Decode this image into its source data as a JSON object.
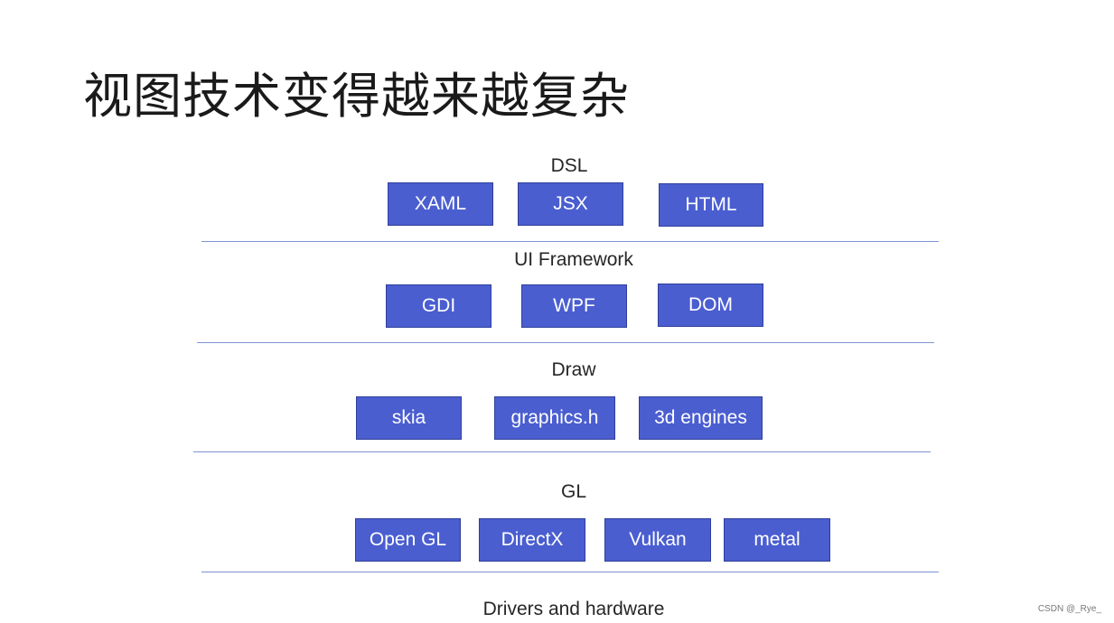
{
  "title": "视图技术变得越来越复杂",
  "layers": [
    {
      "label": "DSL",
      "items": [
        "XAML",
        "JSX",
        "HTML"
      ]
    },
    {
      "label": "UI Framework",
      "items": [
        "GDI",
        "WPF",
        "DOM"
      ]
    },
    {
      "label": "Draw",
      "items": [
        "skia",
        "graphics.h",
        "3d engines"
      ]
    },
    {
      "label": "GL",
      "items": [
        "Open GL",
        "DirectX",
        "Vulkan",
        "metal"
      ]
    },
    {
      "label": "Drivers and hardware",
      "items": []
    }
  ],
  "watermark": "CSDN @_Rye_",
  "colors": {
    "box_fill": "#4a5ed0",
    "box_text": "#ffffff",
    "divider": "#7d93d6"
  }
}
